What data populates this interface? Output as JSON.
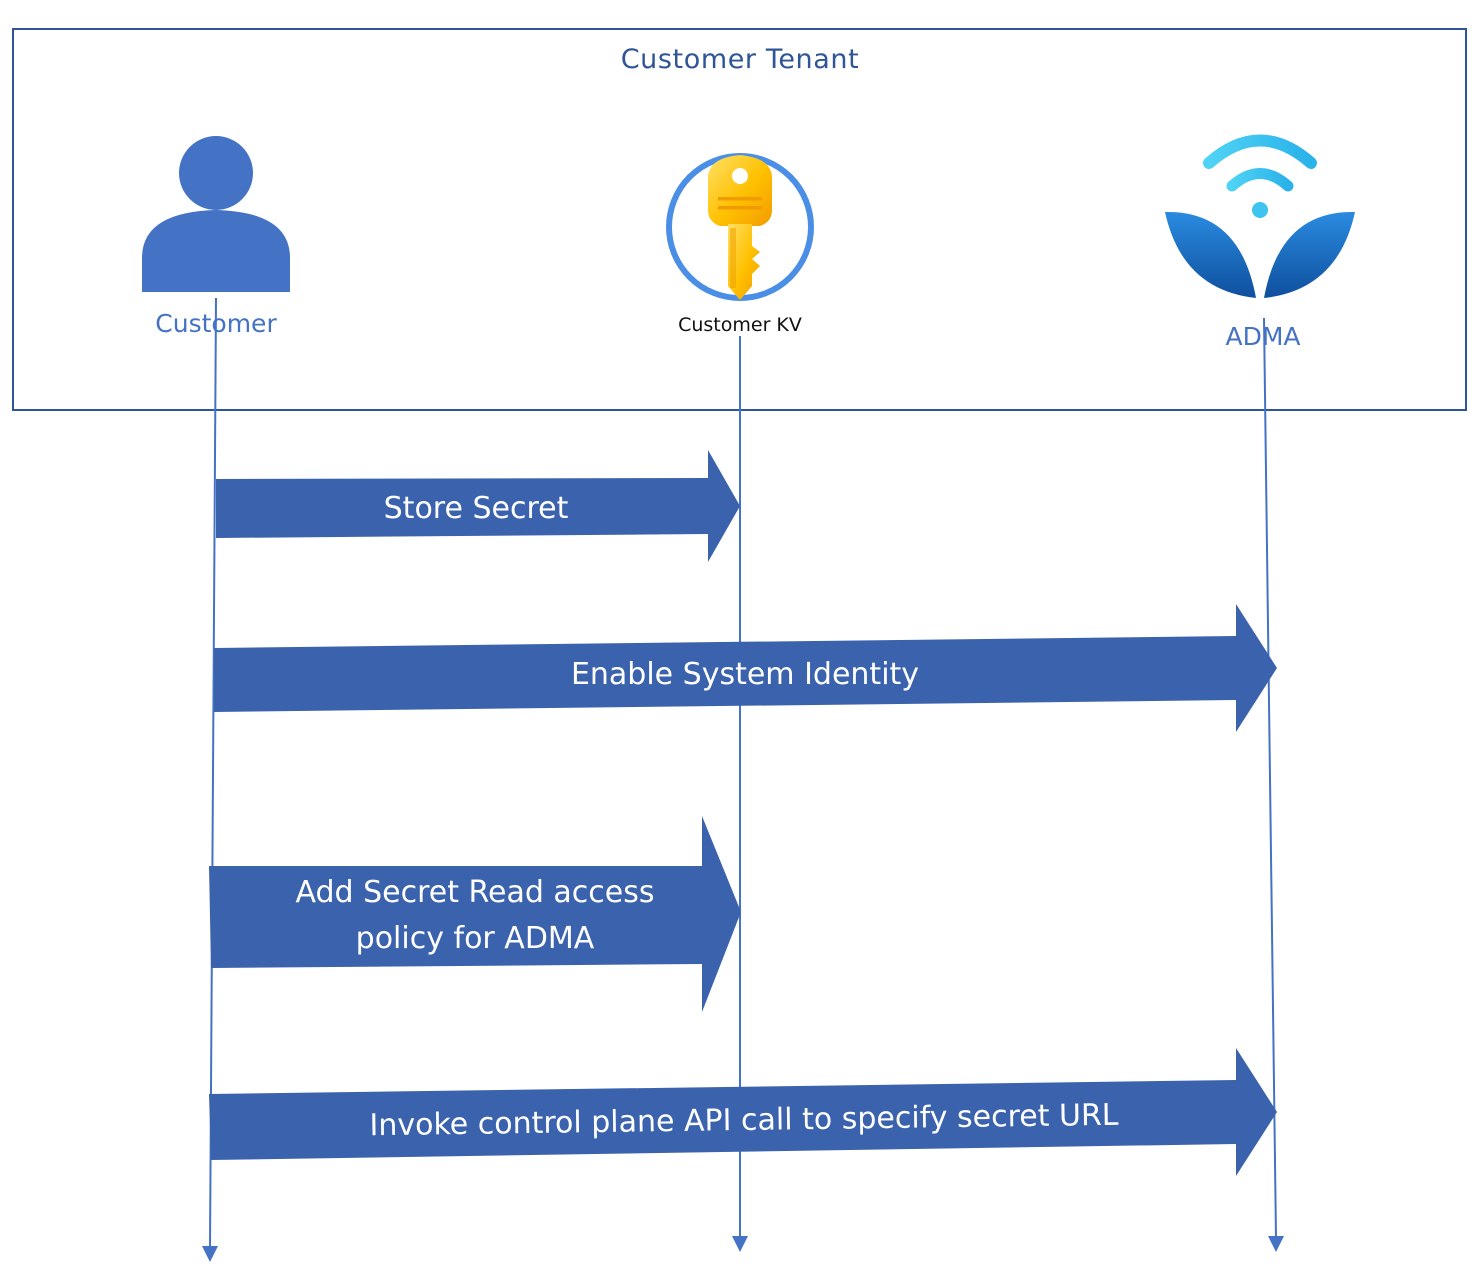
{
  "tenant": {
    "title": "Customer Tenant"
  },
  "participants": [
    {
      "id": "customer",
      "label": "Customer",
      "icon": "person-icon"
    },
    {
      "id": "kv",
      "label": "Customer KV",
      "icon": "key-vault-icon"
    },
    {
      "id": "adma",
      "label": "ADMA",
      "icon": "adma-leaf-wifi-icon"
    }
  ],
  "messages": [
    {
      "from": "Customer",
      "to": "Customer KV",
      "lines": [
        "Store Secret"
      ]
    },
    {
      "from": "Customer",
      "to": "ADMA",
      "lines": [
        "Enable System Identity"
      ]
    },
    {
      "from": "Customer",
      "to": "Customer KV",
      "lines": [
        "Add Secret Read access",
        "policy for ADMA"
      ]
    },
    {
      "from": "Customer",
      "to": "ADMA",
      "lines": [
        "Invoke control plane API call to specify secret URL"
      ]
    }
  ],
  "colors": {
    "arrow_fill": "#3B62AD",
    "lifeline": "#4472C4",
    "tenant_border": "#2F5597",
    "person": "#4472C4",
    "key_gold": "#FFC000",
    "kv_ring": "#4A8EE6",
    "adma_leaf": "#1E6FBF",
    "adma_wifi": "#3FC4F0"
  }
}
